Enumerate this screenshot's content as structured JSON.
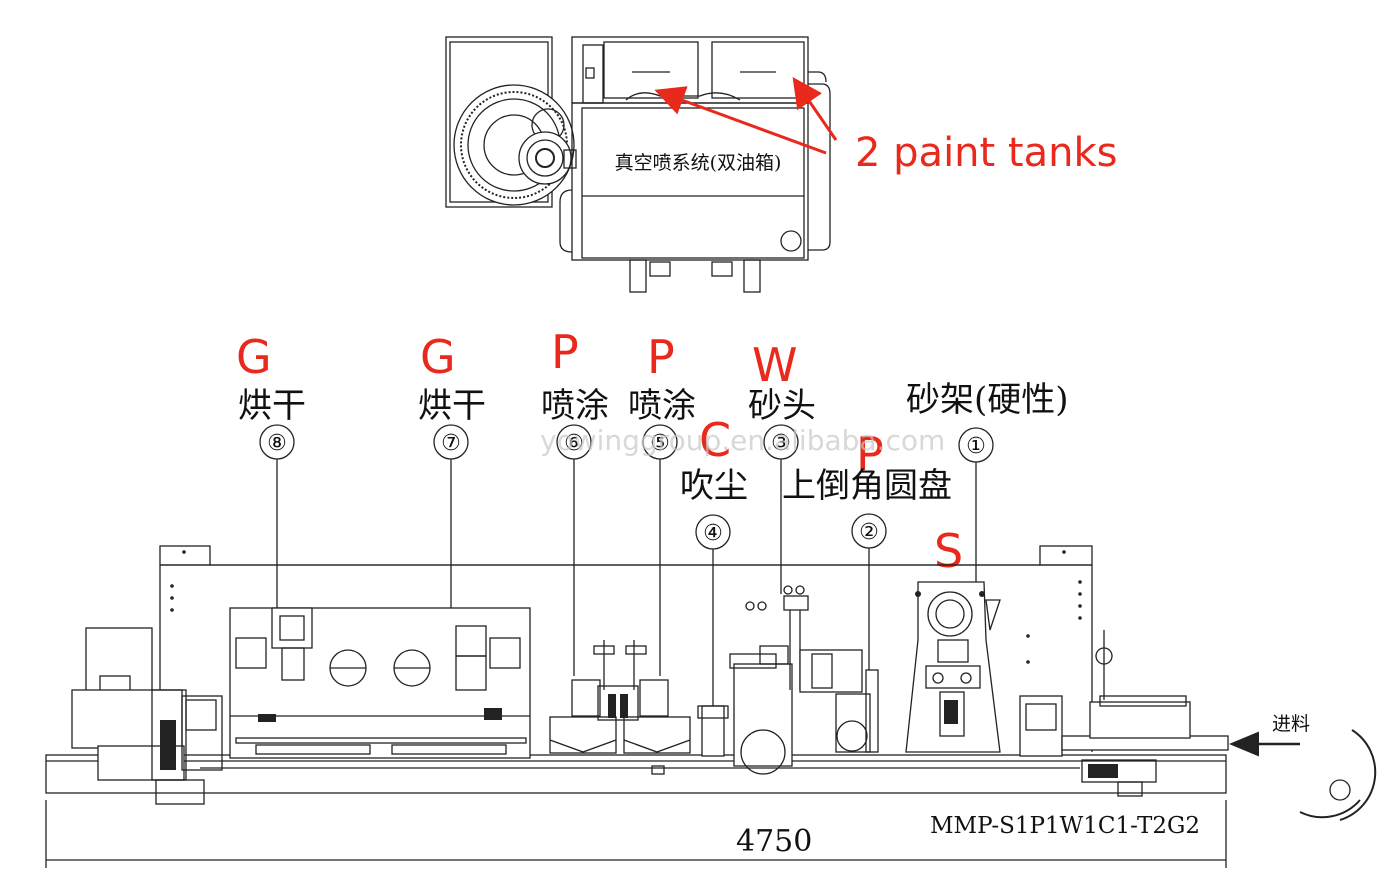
{
  "vacuum_box_label": "真空喷系统(双油箱)",
  "paint_tanks_label": "2 paint tanks",
  "watermark": "yowinggroup.en.alibaba.com",
  "model_code": "MMP-S1P1W1C1-T2G2",
  "dimension": "4750",
  "feed_label": "进料",
  "accent_color": "#e8291c",
  "stations": [
    {
      "number": "①",
      "letter": "S",
      "label": "砂架(硬性)"
    },
    {
      "number": "②",
      "letter": "P",
      "label": "上倒角圆盘"
    },
    {
      "number": "③",
      "letter": "W",
      "label": "砂头"
    },
    {
      "number": "④",
      "letter": "C",
      "label": "吹尘"
    },
    {
      "number": "⑤",
      "letter": "P",
      "label": "喷涂"
    },
    {
      "number": "⑥",
      "letter": "P",
      "label": "喷涂"
    },
    {
      "number": "⑦",
      "letter": "G",
      "label": "烘干"
    },
    {
      "number": "⑧",
      "letter": "G",
      "label": "烘干"
    }
  ]
}
